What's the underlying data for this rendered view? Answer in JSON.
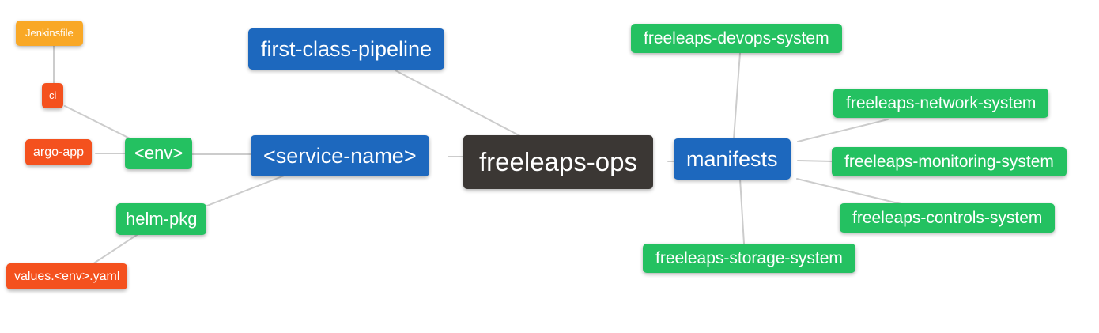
{
  "diagram": {
    "type": "mindmap",
    "root": {
      "label": "freeleaps-ops"
    },
    "nodes": {
      "jenkinsfile": {
        "label": "Jenkinsfile"
      },
      "ci": {
        "label": "ci"
      },
      "argo_app": {
        "label": "argo-app"
      },
      "env": {
        "label": "<env>"
      },
      "helm_pkg": {
        "label": "helm-pkg"
      },
      "values_yaml": {
        "label": "values.<env>.yaml"
      },
      "first_class_pipeline": {
        "label": "first-class-pipeline"
      },
      "service_name": {
        "label": "<service-name>"
      },
      "manifests": {
        "label": "manifests"
      },
      "devops_system": {
        "label": "freeleaps-devops-system"
      },
      "network_system": {
        "label": "freeleaps-network-system"
      },
      "monitoring_system": {
        "label": "freeleaps-monitoring-system"
      },
      "controls_system": {
        "label": "freeleaps-controls-system"
      },
      "storage_system": {
        "label": "freeleaps-storage-system"
      }
    },
    "edges": [
      "jenkinsfile-ci",
      "ci-env",
      "argo_app-env",
      "env-service_name",
      "service_name-helm_pkg",
      "helm_pkg-values_yaml",
      "first_class_pipeline-root",
      "service_name-root",
      "root-manifests",
      "manifests-devops_system",
      "manifests-network_system",
      "manifests-monitoring_system",
      "manifests-controls_system",
      "manifests-storage_system"
    ],
    "colors": {
      "root_node": "#3b3734",
      "primary_branch": "#1d68be",
      "green_node": "#24c161",
      "red_node": "#f4511e",
      "orange_node": "#f9a826",
      "edge": "#cccccc",
      "text": "#ffffff",
      "background": "#ffffff"
    }
  }
}
